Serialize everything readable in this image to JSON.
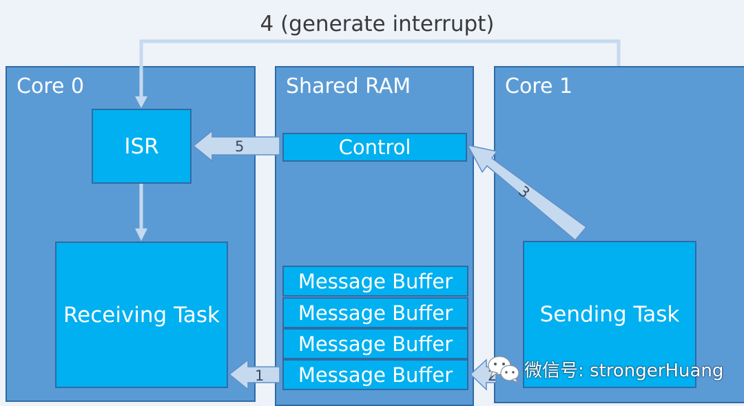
{
  "interrupt_label": "4 (generate interrupt)",
  "core0": {
    "title": "Core 0",
    "isr": "ISR",
    "receiving_task": "Receiving Task"
  },
  "shared_ram": {
    "title": "Shared RAM",
    "control": "Control",
    "buffers": [
      "Message Buffer",
      "Message Buffer",
      "Message Buffer",
      "Message Buffer"
    ]
  },
  "core1": {
    "title": "Core 1",
    "sending_task": "Sending Task"
  },
  "arrows": {
    "step1": "1",
    "step2": "2",
    "step3": "3",
    "step5": "5"
  },
  "watermark": {
    "icon": "wechat-icon",
    "text": "微信号: strongerHuang"
  },
  "colors": {
    "background": "#eef2f9",
    "panel": "#5b9bd5",
    "box": "#00b0f0",
    "border": "#2f6aa3",
    "arrow_fill": "#c5d9ef",
    "arrow_stroke": "#5e8fc7"
  }
}
